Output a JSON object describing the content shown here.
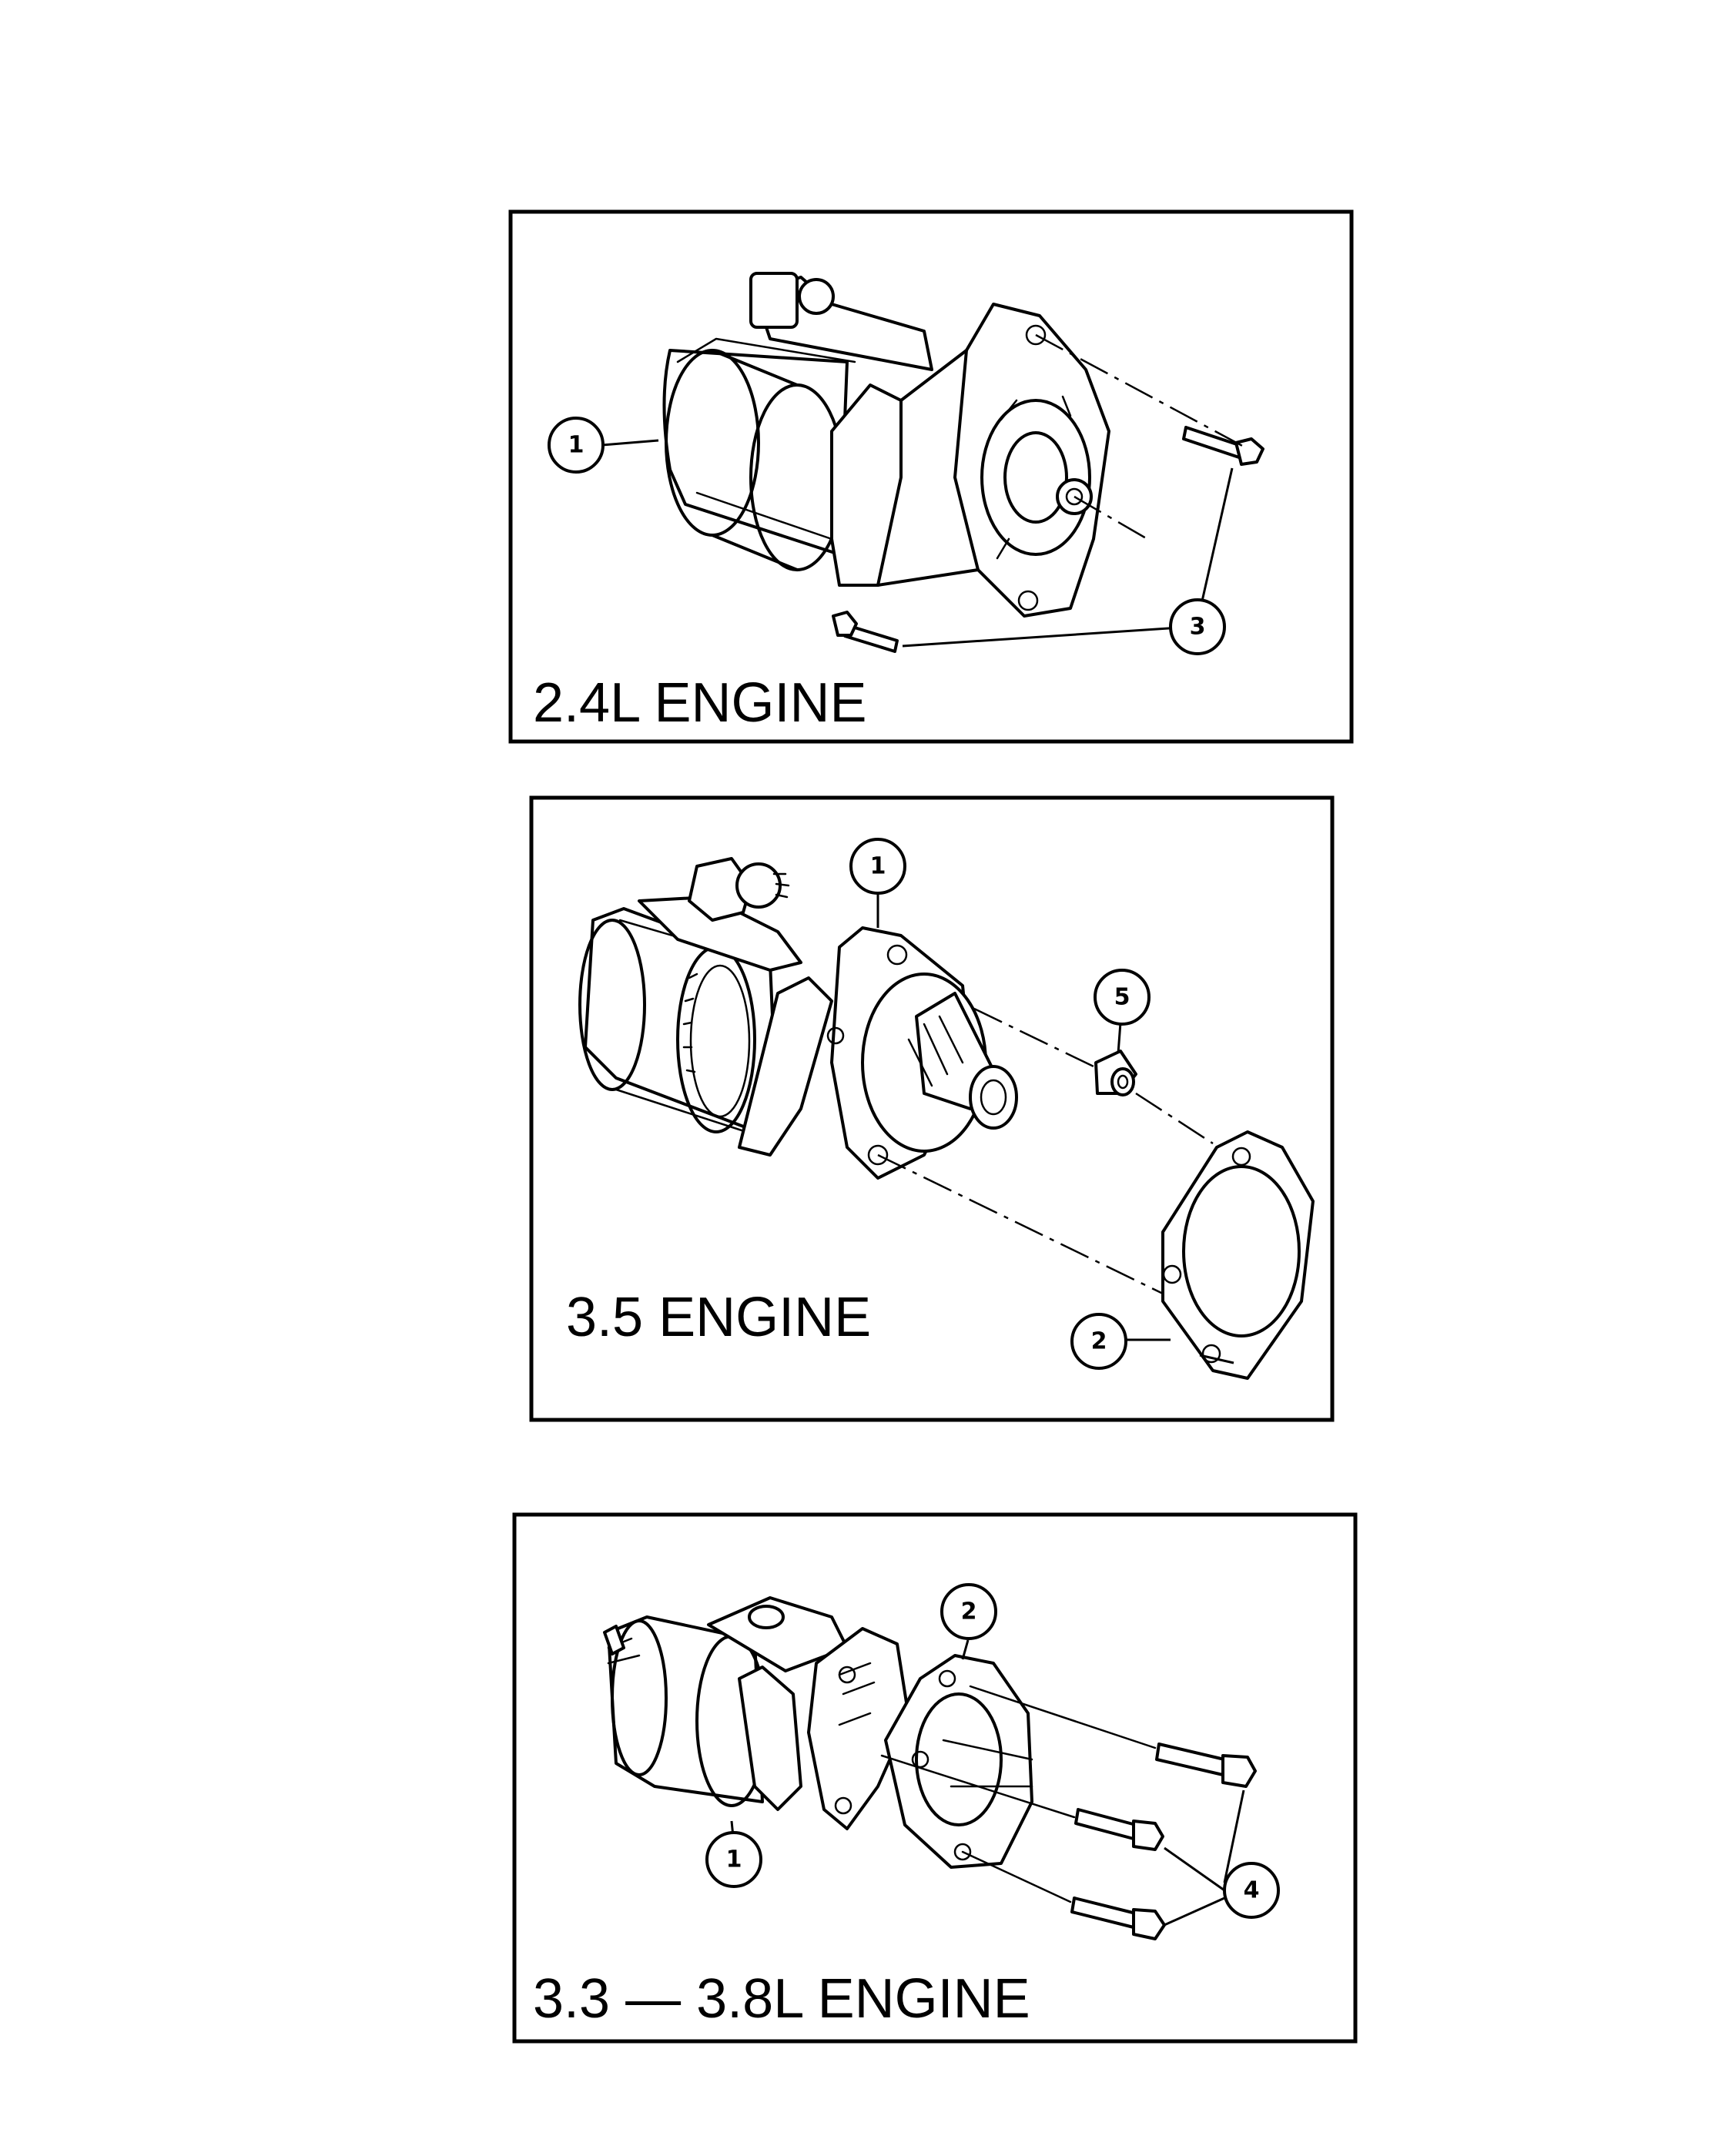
{
  "panels": [
    {
      "caption": "2.4L  ENGINE",
      "callouts": [
        "1",
        "3"
      ]
    },
    {
      "caption": "3.5  ENGINE",
      "callouts": [
        "1",
        "5",
        "2"
      ]
    },
    {
      "caption": "3.3 — 3.8L ENGINE",
      "callouts": [
        "2",
        "1",
        "4"
      ]
    }
  ]
}
